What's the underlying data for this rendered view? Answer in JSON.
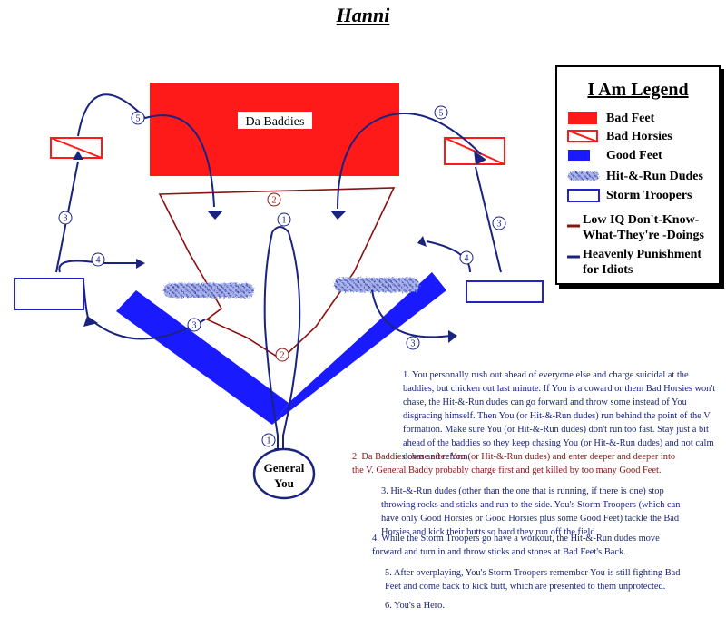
{
  "title": "Hanni",
  "colors": {
    "bad_feet": "#ff1a1a",
    "good_feet": "#1a1aff",
    "storm_trooper": "#2323c8",
    "low_iq_path": "#8b1010",
    "punishment_path": "#1a237e"
  },
  "diagram": {
    "baddies_label": "Da Baddies",
    "general_label_line1": "General",
    "general_label_line2": "You",
    "step_markers": [
      "5",
      "5",
      "2",
      "1",
      "3",
      "3",
      "4",
      "4",
      "3",
      "3",
      "2",
      "1"
    ]
  },
  "legend": {
    "title": "I Am Legend",
    "items": [
      {
        "label": "Bad Feet"
      },
      {
        "label": "Bad Horsies"
      },
      {
        "label": "Good Feet"
      },
      {
        "label": "Hit-&-Run Dudes"
      },
      {
        "label": "Storm Troopers"
      },
      {
        "label": "Low IQ Don't-Know-What-They're -Doings"
      },
      {
        "label": "Heavenly Punishment for Idiots"
      }
    ]
  },
  "notes": [
    "1. You personally rush out ahead of everyone else and charge suicidal at the baddies, but chicken out last minute. If You is a coward or them Bad Horsies won't chase, the Hit-&-Run dudes can go forward and throw some instead of You disgracing himself. Then You (or Hit-&-Run dudes) run behind the point of the V formation. Make sure You (or Hit-&-Run dudes) don't run too fast. Stay just a bit ahead of the baddies so they keep chasing You (or Hit-&-Run dudes) and not calm down and reform.",
    "2. Da Baddies chase after You (or Hit-&-Run dudes) and enter deeper and deeper into the V. General Baddy probably charge first and get killed by too many Good Feet.",
    "3. Hit-&-Run dudes (other than the one that is running, if there is one) stop throwing rocks and sticks and run to the side. You's Storm Troopers (which can have only Good Horsies or Good Horsies plus some Good Feet) tackle the Bad Horsies and kick their butts so hard they run off the field.",
    "4. While the Storm Troopers go have a workout, the Hit-&-Run dudes move forward and turn in and throw sticks and stones at Bad Feet's Back.",
    "5. After overplaying, You's Storm Troopers remember You is still fighting Bad Feet and come back to kick butt, which are presented to them unprotected.",
    "6. You's a Hero."
  ]
}
